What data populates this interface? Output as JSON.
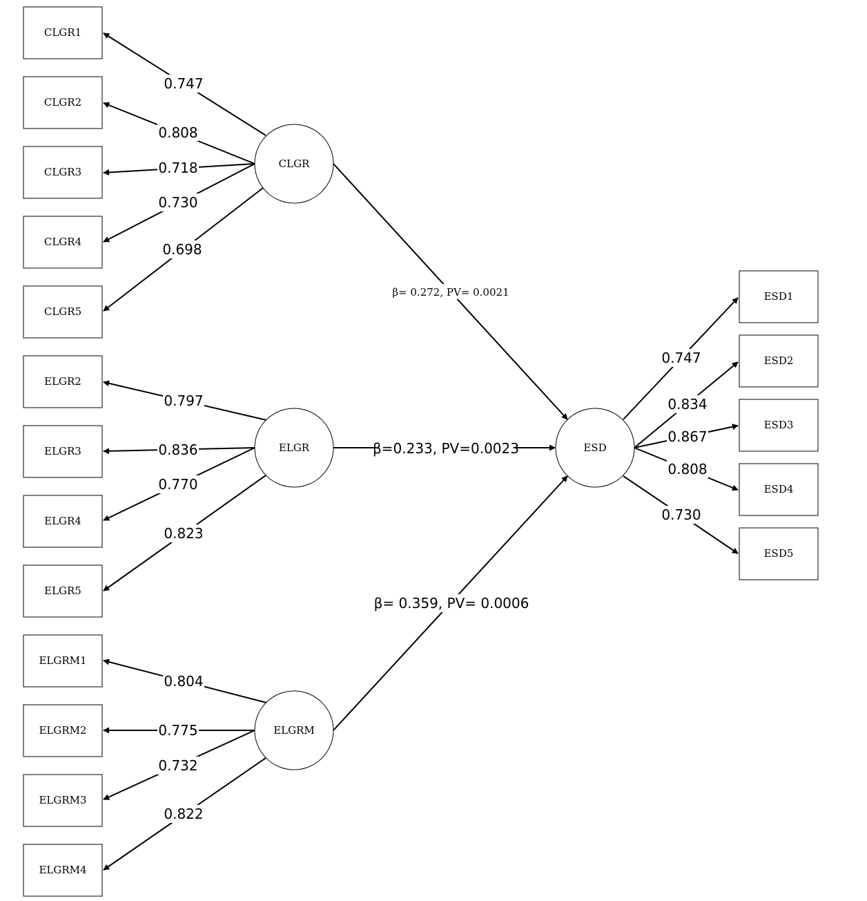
{
  "constructs": {
    "clgr": "CLGR",
    "elgr": "ELGR",
    "elgrm": "ELGRM",
    "esd": "ESD"
  },
  "indicators": {
    "clgr": [
      "CLGR1",
      "CLGR2",
      "CLGR3",
      "CLGR4",
      "CLGR5"
    ],
    "elgr": [
      "ELGR2",
      "ELGR3",
      "ELGR4",
      "ELGR5"
    ],
    "elgrm": [
      "ELGRM1",
      "ELGRM2",
      "ELGRM3",
      "ELGRM4"
    ],
    "esd": [
      "ESD1",
      "ESD2",
      "ESD3",
      "ESD4",
      "ESD5"
    ]
  },
  "loadings": {
    "clgr": [
      "0.747",
      "0.808",
      "0.718",
      "0.730",
      "0.698"
    ],
    "elgr": [
      "0.797",
      "0.836",
      "0.770",
      "0.823"
    ],
    "elgrm": [
      "0.804",
      "0.775",
      "0.732",
      "0.822"
    ],
    "esd": [
      "0.747",
      "0.834",
      "0.867",
      "0.808",
      "0.730"
    ]
  },
  "paths": {
    "clgr_esd": "β= 0.272, PV= 0.0021",
    "elgr_esd": "β=0.233, PV=0.0023",
    "elgrm_esd": "β= 0.359, PV= 0.0006"
  }
}
